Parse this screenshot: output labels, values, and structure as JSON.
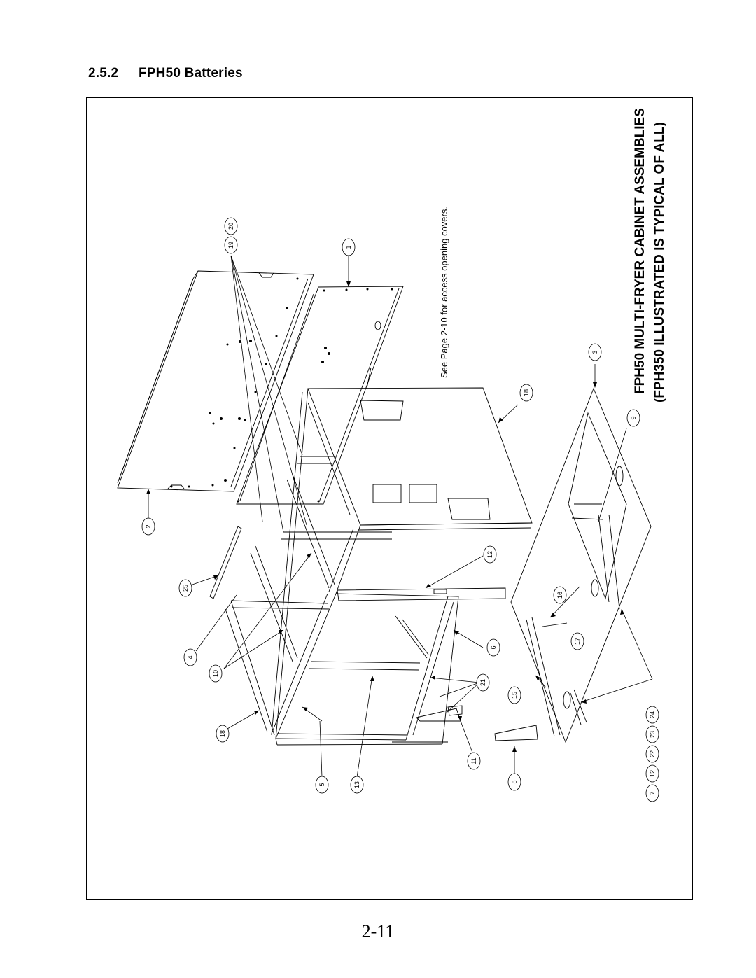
{
  "section": {
    "number": "2.5.2",
    "title": "FPH50 Batteries"
  },
  "figure": {
    "title_line1": "FPH50 MULTI-FRYER CABINET ASSEMBLIES",
    "title_line2": "(FPH350 ILLUSTRATED IS TYPICAL OF ALL)",
    "note": "See Page 2-10 for access opening covers.",
    "callouts": [
      "1",
      "2",
      "3",
      "4",
      "5",
      "6",
      "7",
      "8",
      "9",
      "10",
      "11",
      "12",
      "13",
      "15",
      "16",
      "17",
      "18",
      "18",
      "19",
      "20",
      "21",
      "22",
      "23",
      "24",
      "25",
      "12"
    ]
  },
  "page_number": "2-11"
}
